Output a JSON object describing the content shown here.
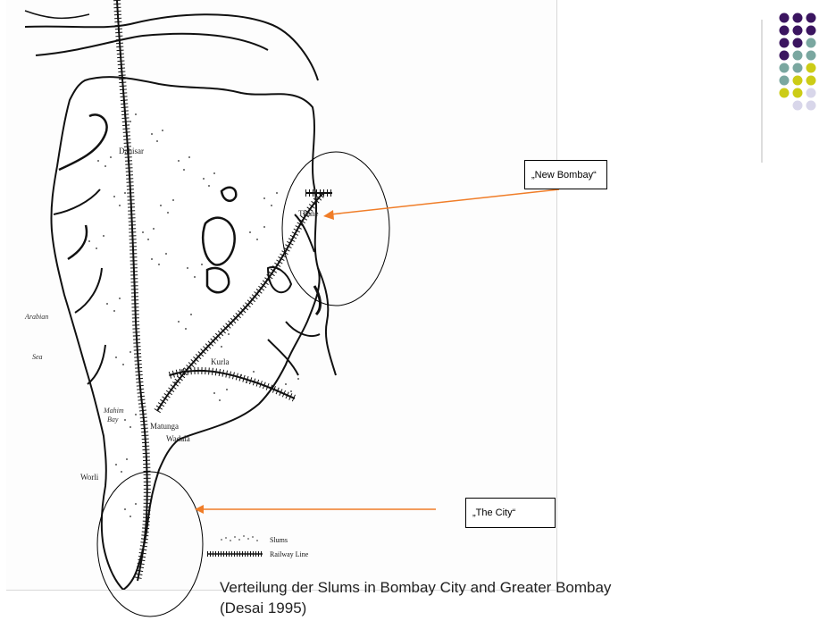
{
  "slide": {
    "callouts": {
      "new_bombay": "„New Bombay“",
      "the_city": "„The City“"
    },
    "caption": {
      "line1": "Verteilung der Slums in Bombay City and Greater Bombay",
      "line2": "(Desai 1995)"
    }
  },
  "map": {
    "place_labels": {
      "dahisar": "Dahisar",
      "thane": "Thane",
      "kurla": "Kurla",
      "mahim": "Mahim",
      "mahim_bay": "Bay",
      "matunga": "Matunga",
      "wadala": "Wadala",
      "worli": "Worli",
      "arabian": "Arabian",
      "sea": "Sea"
    },
    "legend": {
      "slums": "Slums",
      "railway": "Railway Line"
    }
  },
  "colors": {
    "arrow": "#f07d28",
    "dot_purple": "#3b1560",
    "dot_teal": "#7aa7a0",
    "dot_yellow": "#cccc16",
    "dot_lavender": "#d8d6ea"
  }
}
